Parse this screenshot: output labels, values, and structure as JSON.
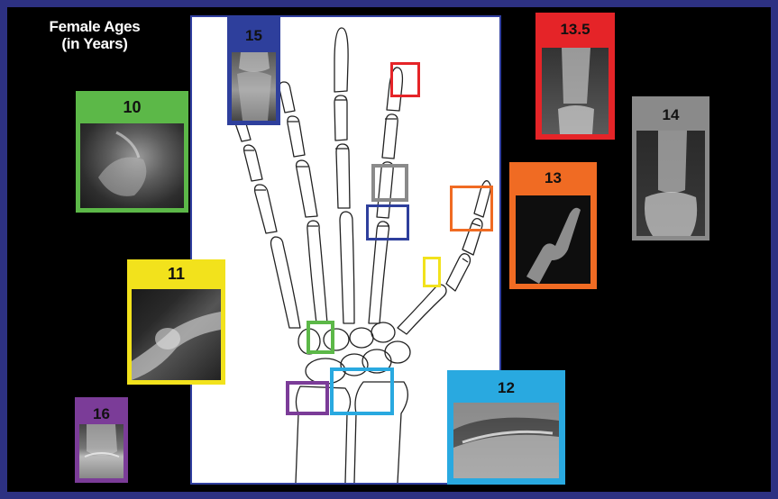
{
  "title_line1": "Female Ages",
  "title_line2": "(in Years)",
  "colors": {
    "frame": "#2d3182",
    "age_10": "#5cb848",
    "age_11": "#f2e21c",
    "age_12": "#29a9e0",
    "age_13": "#f06b23",
    "age_13_5": "#e52428",
    "age_14": "#8a8a8a",
    "age_15": "#2e3f9c",
    "age_16": "#7b3c98"
  },
  "panels": [
    {
      "id": "10",
      "label": "10"
    },
    {
      "id": "11",
      "label": "11"
    },
    {
      "id": "16",
      "label": "16"
    },
    {
      "id": "15",
      "label": "15"
    },
    {
      "id": "13_5",
      "label": "13.5"
    },
    {
      "id": "14",
      "label": "14"
    },
    {
      "id": "13",
      "label": "13"
    },
    {
      "id": "12",
      "label": "12"
    }
  ]
}
